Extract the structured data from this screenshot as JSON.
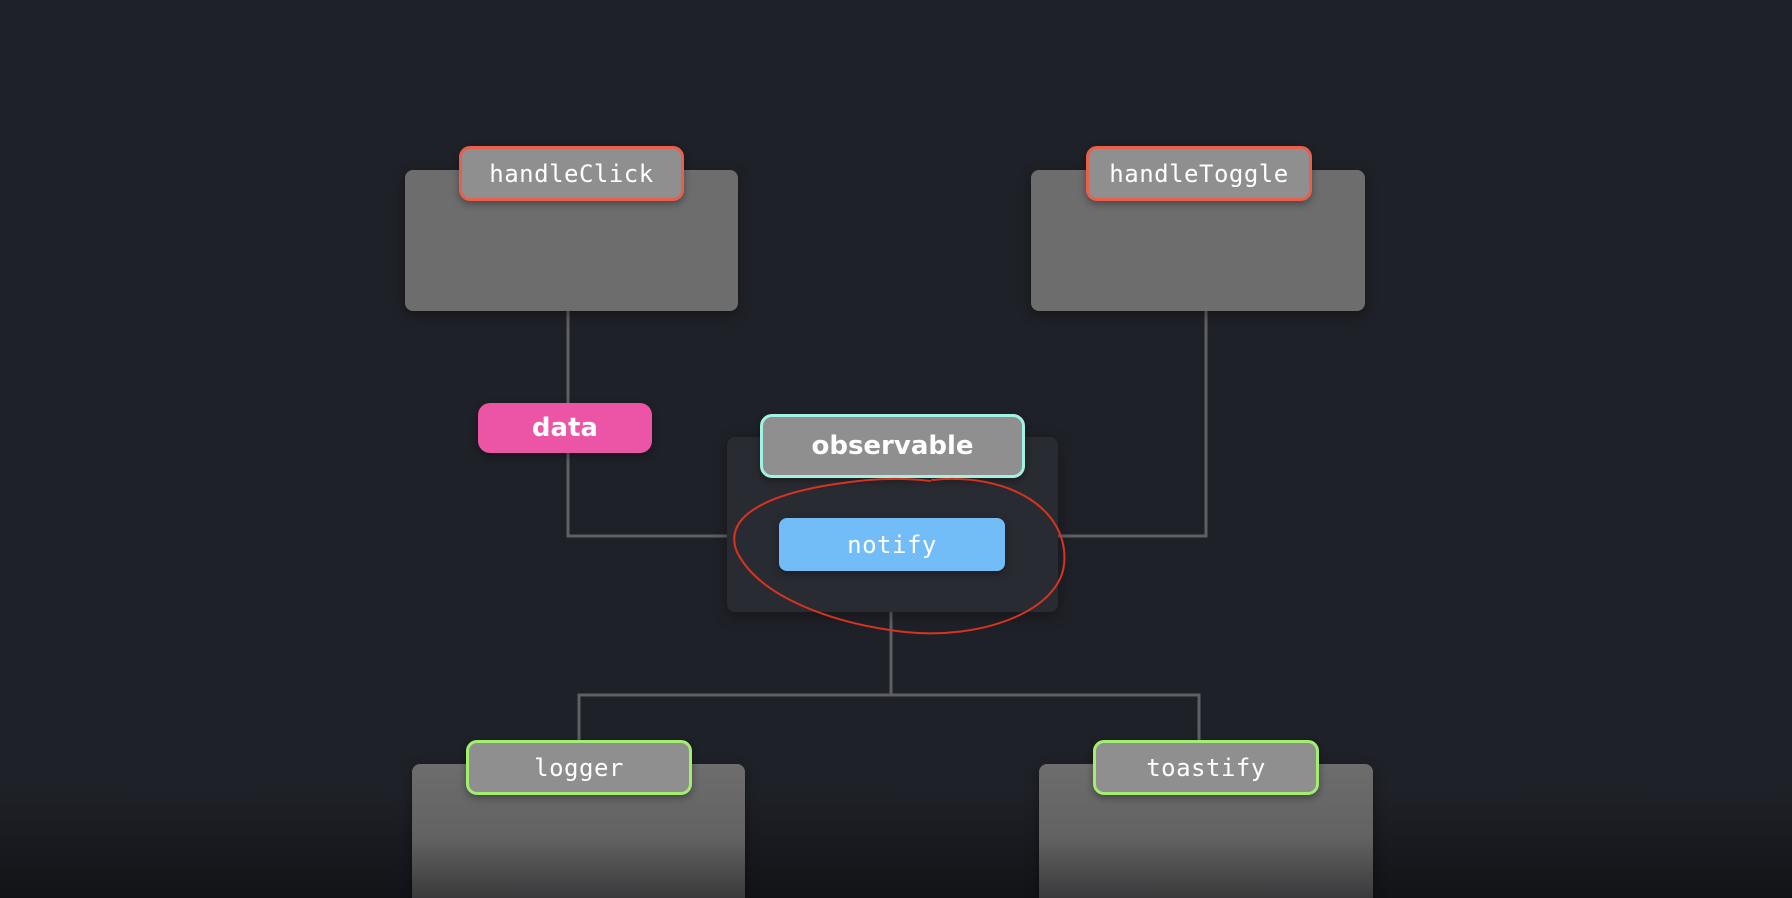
{
  "nodes": {
    "handle_click": "handleClick",
    "handle_toggle": "handleToggle",
    "data": "data",
    "observable": "observable",
    "notify": "notify",
    "logger": "logger",
    "toastify": "toastify"
  },
  "colors": {
    "background": "#1f2128",
    "card": "#6d6d6d",
    "hub": "#292b32",
    "connector": "#5f6066",
    "function_outline": "#e8604c",
    "subscriber_outline": "#a2ee6e",
    "observable_outline": "#a2f2e2",
    "data_badge": "#ec55a6",
    "notify_badge": "#72bcf7",
    "annotation": "#d9331f"
  }
}
